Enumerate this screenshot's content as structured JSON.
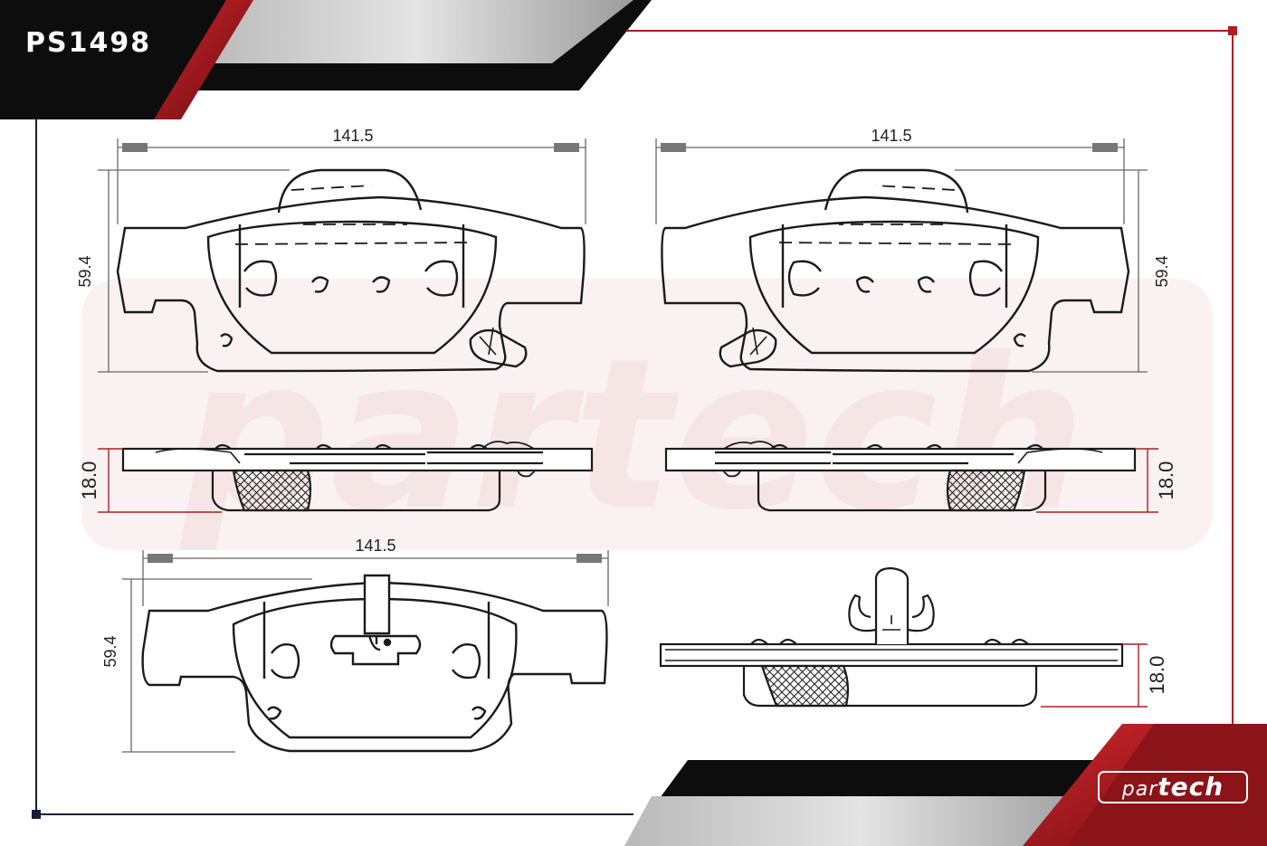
{
  "header": {
    "part_number": "PS1498"
  },
  "brand": {
    "logo_text_left": "par",
    "logo_text_right": "tech",
    "watermark_text": "partech"
  },
  "dimensions": {
    "top_left": {
      "width": "141.5",
      "height": "59.4",
      "thickness": "18.0"
    },
    "top_right": {
      "width": "141.5",
      "height": "59.4",
      "thickness": "18.0"
    },
    "bottom": {
      "width": "141.5",
      "height": "59.4",
      "thickness": "18.0"
    }
  },
  "colors": {
    "accent": "#b01c22",
    "dark": "#0d0d0d",
    "line": "#1a1a1a",
    "dim_line": "#666666",
    "grey": "#cfcfcf"
  }
}
